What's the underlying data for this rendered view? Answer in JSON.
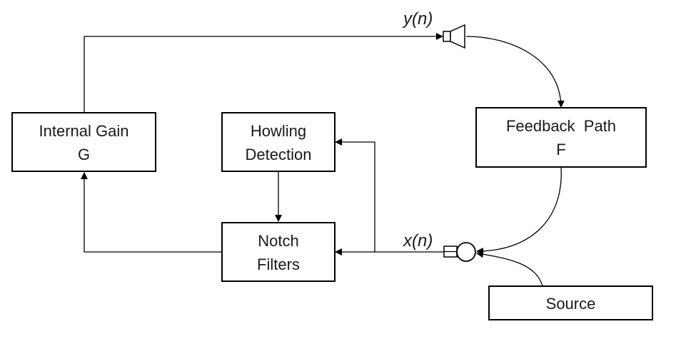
{
  "diagram": {
    "blocks": {
      "internal_gain": {
        "line1": "Internal Gain",
        "line2": "G"
      },
      "howling_detection": {
        "line1": "Howling",
        "line2": "Detection"
      },
      "notch_filters": {
        "line1": "Notch",
        "line2": "Filters"
      },
      "feedback_path": {
        "line1": "Feedback  Path",
        "line2": "F"
      },
      "source": {
        "label": "Source"
      }
    },
    "signals": {
      "output": "y(n)",
      "input": "x(n)"
    },
    "icons": {
      "speaker": "speaker-icon",
      "microphone": "microphone-icon"
    }
  }
}
